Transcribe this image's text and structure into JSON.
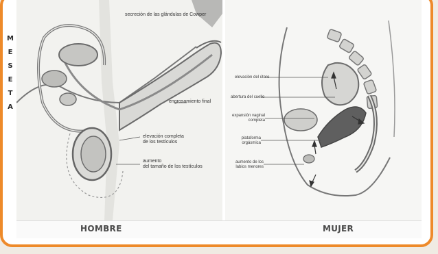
{
  "side_word": [
    "M",
    "E",
    "S",
    "E",
    "T",
    "A"
  ],
  "left_panel": {
    "caption": "HOMBRE",
    "labels": {
      "cowper": "secreción de las glándulas de Cowper",
      "engrosamiento": "engrosamiento final",
      "elevacion_line1": "elevación completa",
      "elevacion_line2": "de los testículos",
      "aumento_line1": "aumento",
      "aumento_line2": "del tamaño de los testículos"
    }
  },
  "right_panel": {
    "caption": "MUJER",
    "labels": {
      "utero": "elevación del útero",
      "cuello": "abertura del cuello",
      "expansion_line1": "expansión vaginal",
      "expansion_line2": "completa",
      "plataforma_line1": "plataforma",
      "plataforma_line2": "orgásmica",
      "labios_line1": "aumento de los",
      "labios_line2": "labios menores"
    }
  },
  "colors": {
    "frame": "#ee8a2a",
    "panel": "#f3f3f1",
    "drawing": "#6b6b6b"
  }
}
